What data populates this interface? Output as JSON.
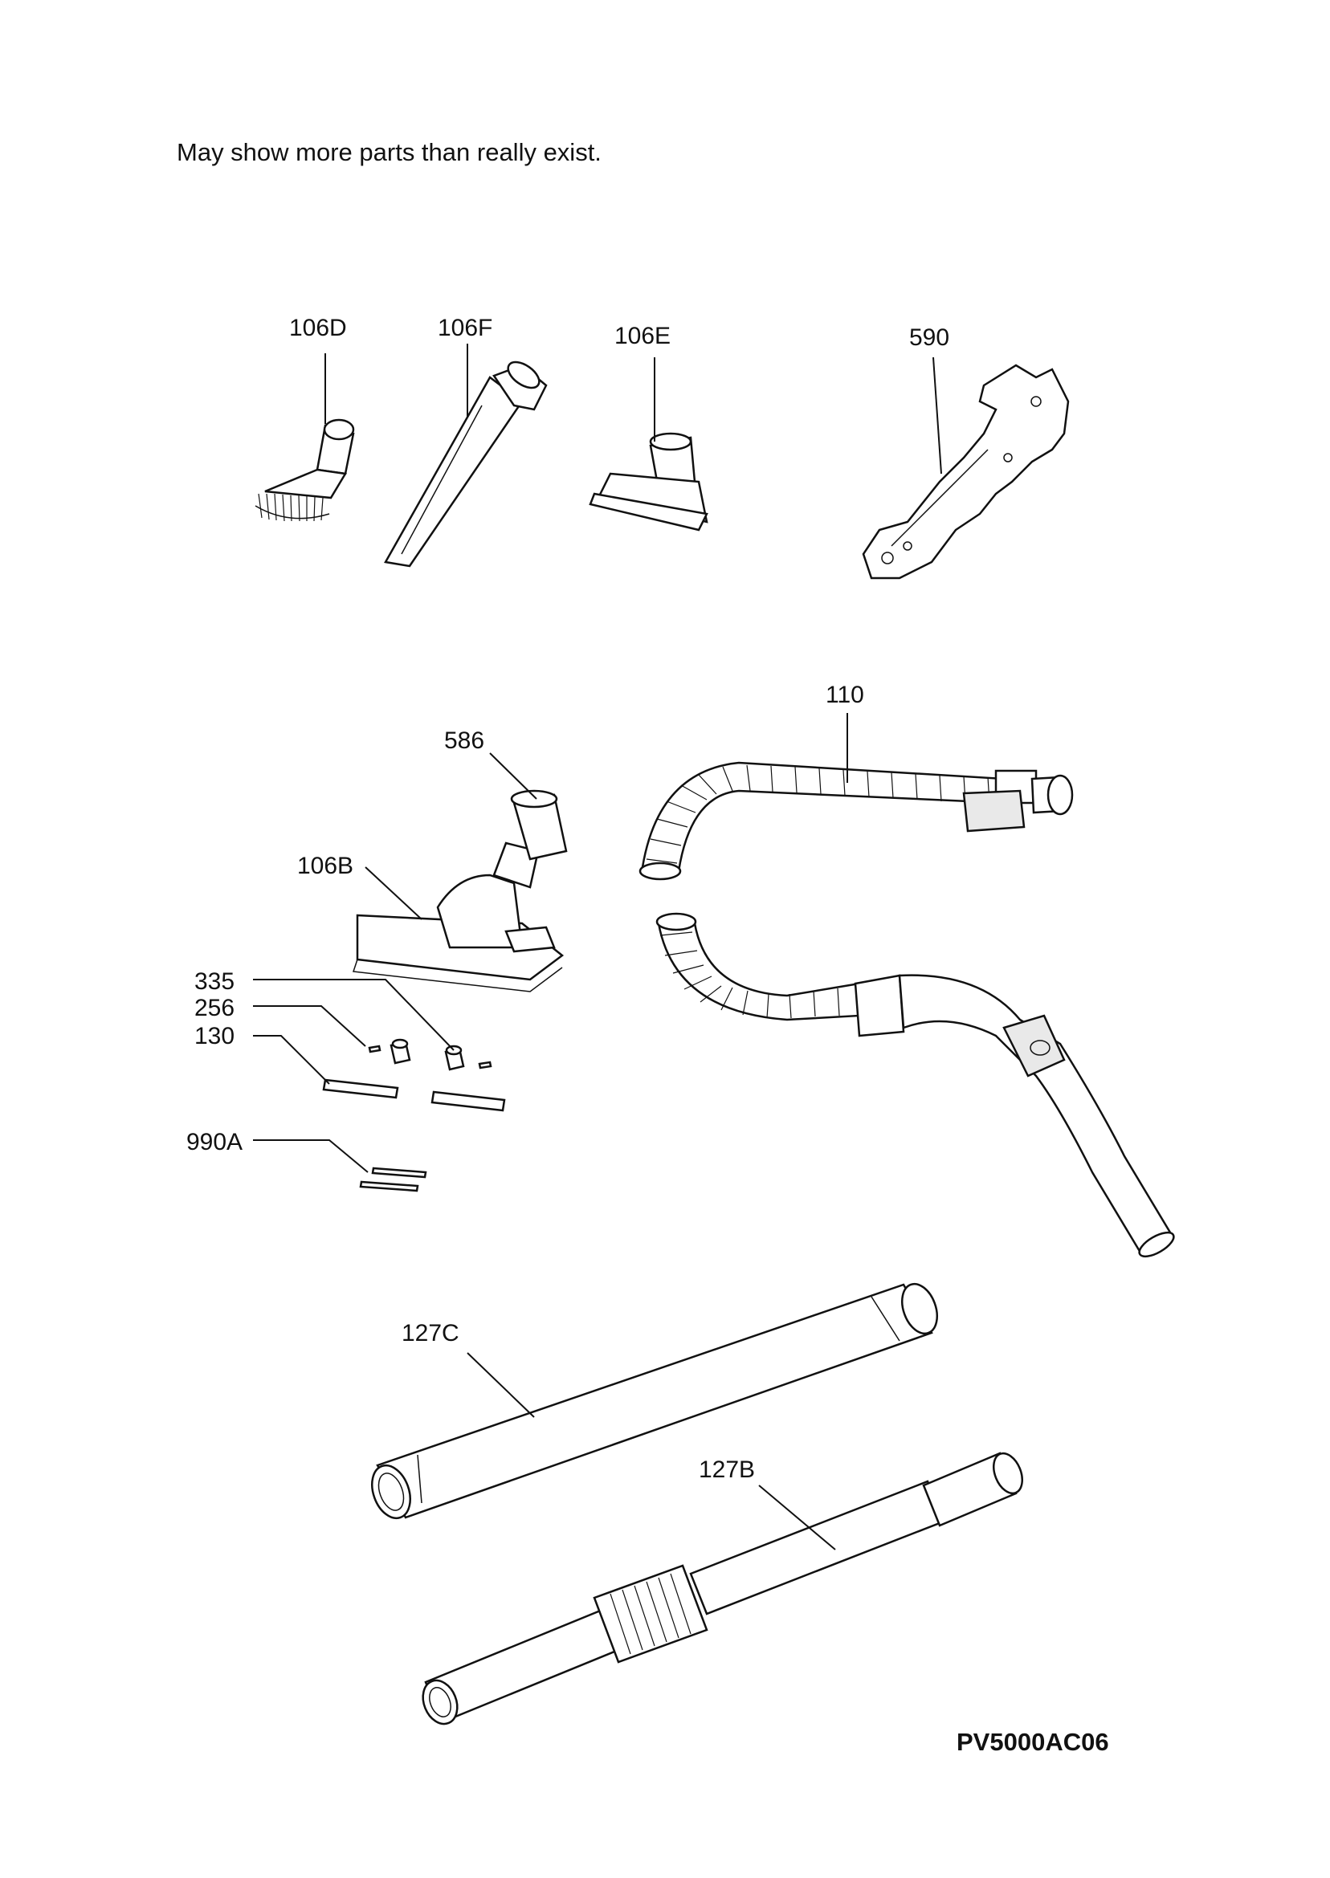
{
  "note": "May show more parts than really exist.",
  "diagram_code": "PV5000AC06",
  "labels": {
    "p106D": "106D",
    "p106F": "106F",
    "p106E": "106E",
    "p590": "590",
    "p110": "110",
    "p586": "586",
    "p106B": "106B",
    "p335": "335",
    "p256": "256",
    "p130": "130",
    "p990A": "990A",
    "p127C": "127C",
    "p127B": "127B"
  }
}
